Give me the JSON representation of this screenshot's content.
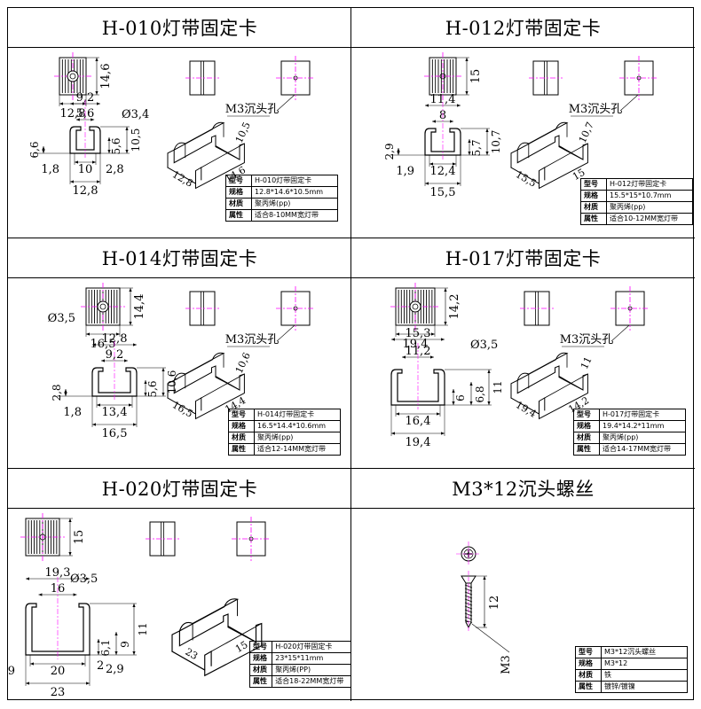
{
  "panels": [
    {
      "title": "H-010灯带固定卡",
      "dims": {
        "body_h": "14,6",
        "body_w": "12,8",
        "hole": "Ø3,4",
        "top_w": "9,2",
        "inner_w": "5,6",
        "side_h": "6,6",
        "lip_h": "5,6",
        "total_h": "10,5",
        "wall": "1,8",
        "base_inner": "10",
        "step": "2,8",
        "base_w": "12,8",
        "iso_a": "12,8",
        "iso_b": "14,6",
        "iso_c": "10,5"
      },
      "callout": "M3沉头孔",
      "table": [
        [
          "型号",
          "H-010灯带固定卡"
        ],
        [
          "规格",
          "12.8*14.6*10.5mm"
        ],
        [
          "材质",
          "聚丙烯(pp)"
        ],
        [
          "属性",
          "适合8-10MM宽灯带"
        ]
      ]
    },
    {
      "title": "H-012灯带固定卡",
      "dims": {
        "body_h": "15",
        "top_w": "11,4",
        "inner_w": "8",
        "side_h": "2,9",
        "lip_h": "5,7",
        "total_h": "10,7",
        "wall": "1,9",
        "base_inner": "12,4",
        "base_w": "15,5",
        "iso_a": "15,5",
        "iso_b": "15",
        "iso_c": "10,7"
      },
      "callout": "M3沉头孔",
      "table": [
        [
          "型号",
          "H-012灯带固定卡"
        ],
        [
          "规格",
          "15.5*15*10.7mm"
        ],
        [
          "材质",
          "聚丙烯(pp)"
        ],
        [
          "属性",
          "适合10-12MM宽灯带"
        ]
      ]
    },
    {
      "title": "H-014灯带固定卡",
      "dims": {
        "body_h": "14,4",
        "body_w": "16,5",
        "hole": "Ø3,5",
        "top_w": "12,8",
        "inner_w": "9,2",
        "side_h": "2,8",
        "lip_h": "5,6",
        "total_h": "10,6",
        "wall": "1,8",
        "base_inner": "13,4",
        "base_w": "16,5",
        "iso_a": "16,5",
        "iso_b": "14,4",
        "iso_c": "10,6"
      },
      "callout": "M3沉头孔",
      "table": [
        [
          "型号",
          "H-014灯带固定卡"
        ],
        [
          "规格",
          "16.5*14.4*10.6mm"
        ],
        [
          "材质",
          "聚丙烯(pp)"
        ],
        [
          "属性",
          "适合12-14MM宽灯带"
        ]
      ]
    },
    {
      "title": "H-017灯带固定卡",
      "dims": {
        "body_h": "14,2",
        "body_w": "19,4",
        "hole": "Ø3,5",
        "top_w": "15,3",
        "inner_w": "11,2",
        "lip_h": "6",
        "mid_h": "6,8",
        "total_h": "11",
        "base_inner": "16,4",
        "base_w": "19,4",
        "iso_a": "19,4",
        "iso_b": "14,2",
        "iso_c": "11"
      },
      "callout": "M3沉头孔",
      "table": [
        [
          "型号",
          "H-017灯带固定卡"
        ],
        [
          "规格",
          "19.4*14.2*11mm"
        ],
        [
          "材质",
          "聚丙烯(pp)"
        ],
        [
          "属性",
          "适合14-17MM宽灯带"
        ]
      ]
    },
    {
      "title": "H-020灯带固定卡",
      "dims": {
        "body_h": "15",
        "hole": "Ø3,5",
        "top_w": "19,3",
        "inner_w": "16",
        "lip_h": "6,1",
        "mid_h": "9",
        "total_h": "11",
        "base_inner": "20",
        "step": "2",
        "wall": "2,9",
        "base_w": "23",
        "iso_a": "23",
        "iso_b": "15"
      },
      "callout": "",
      "table": [
        [
          "型号",
          "H-020灯带固定卡"
        ],
        [
          "规格",
          "23*15*11mm"
        ],
        [
          "材质",
          "聚丙烯(PP)"
        ],
        [
          "属性",
          "适合18-22MM宽灯带"
        ]
      ]
    },
    {
      "title": "M3*12沉头螺丝",
      "dims": {
        "length": "12",
        "thread": "M3"
      },
      "callout": "",
      "table": [
        [
          "型号",
          "M3*12沉头螺丝"
        ],
        [
          "规格",
          "M3*12"
        ],
        [
          "材质",
          "铁"
        ],
        [
          "属性",
          "镀锌/镀镍"
        ]
      ]
    }
  ],
  "colors": {
    "line": "#000000",
    "center": "#ff00ff",
    "dim": "#000000"
  }
}
